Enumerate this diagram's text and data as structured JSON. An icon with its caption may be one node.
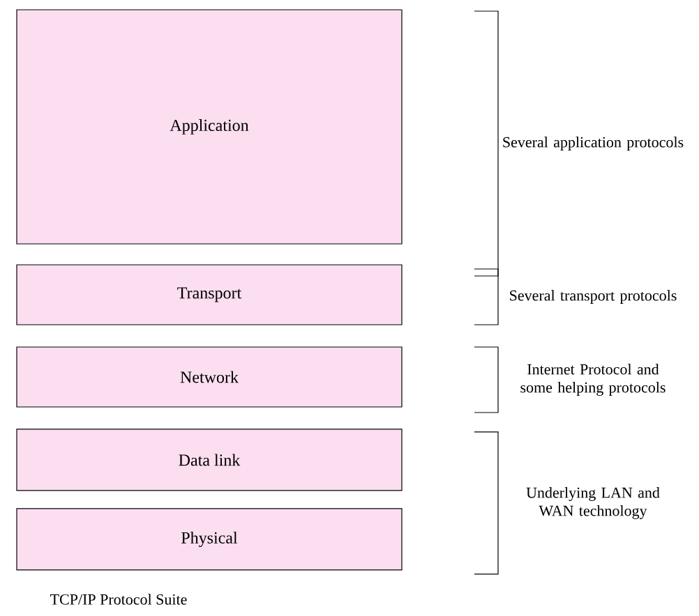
{
  "diagram": {
    "caption": "TCP/IP Protocol Suite",
    "nodes": [
      {
        "text": [
          "Application"
        ]
      },
      {
        "text": [
          "Transport"
        ]
      },
      {
        "text": [
          "Network"
        ]
      },
      {
        "text": [
          "Data link"
        ]
      },
      {
        "text": [
          "Physical"
        ]
      }
    ],
    "edges": [],
    "labels": [
      "Several application protocols",
      "Several transport protocols",
      "Internet Protocol and some helping protocols",
      "Underlying LAN and WAN technology"
    ]
  }
}
